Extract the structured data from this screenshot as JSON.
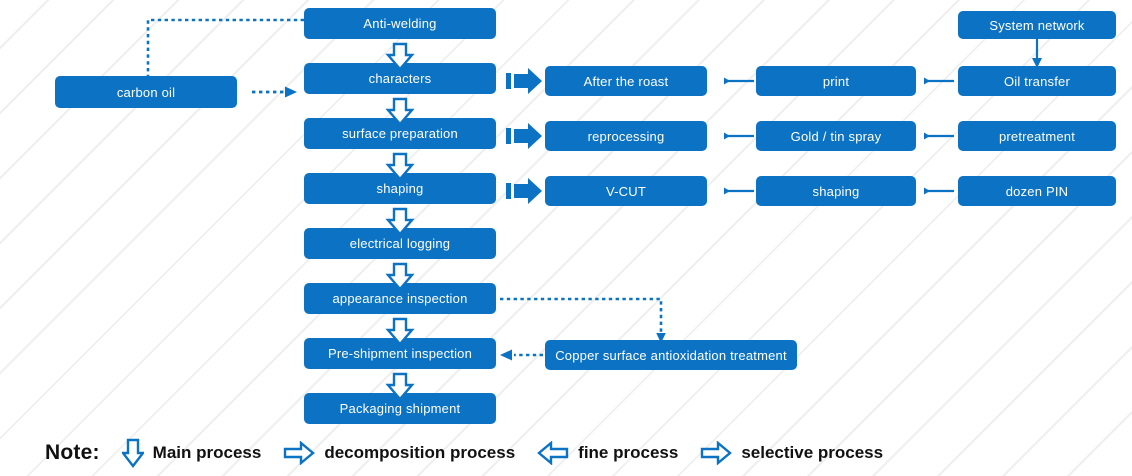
{
  "diagram": {
    "title": "PCB manufacturing process flowchart",
    "accent_color": "#0b72c4",
    "box_text_color": "#ffffff",
    "background_color": "#ffffff",
    "watermark_color": "#efefef"
  },
  "main_column": [
    {
      "id": "anti-welding",
      "label": "Anti-welding"
    },
    {
      "id": "characters",
      "label": "characters"
    },
    {
      "id": "surface-preparation",
      "label": "surface preparation"
    },
    {
      "id": "shaping",
      "label": "shaping"
    },
    {
      "id": "electrical-logging",
      "label": "electrical logging"
    },
    {
      "id": "appearance-inspection",
      "label": "appearance inspection"
    },
    {
      "id": "pre-shipment-inspection",
      "label": "Pre-shipment inspection"
    },
    {
      "id": "packaging-shipment",
      "label": "Packaging shipment"
    }
  ],
  "middle_column": [
    {
      "id": "after-the-roast",
      "label": "After the roast"
    },
    {
      "id": "reprocessing",
      "label": "reprocessing"
    },
    {
      "id": "v-cut",
      "label": "V-CUT"
    }
  ],
  "fine_column": [
    {
      "id": "print",
      "label": "print"
    },
    {
      "id": "gold-tin-spray",
      "label": "Gold / tin spray"
    },
    {
      "id": "shaping-fine",
      "label": "shaping"
    }
  ],
  "right_column": [
    {
      "id": "system-network",
      "label": "System  network"
    },
    {
      "id": "oil-transfer",
      "label": "Oil transfer"
    },
    {
      "id": "pretreatment",
      "label": "pretreatment"
    },
    {
      "id": "dozen-pin",
      "label": "dozen PIN"
    }
  ],
  "side_boxes": [
    {
      "id": "carbon-oil",
      "label": "carbon oil"
    },
    {
      "id": "copper-surface",
      "label": "Copper surface antioxidation treatment"
    }
  ],
  "legend": {
    "note_label": "Note:",
    "items": [
      {
        "icon": "arrow-down-outline-icon",
        "label": "Main process"
      },
      {
        "icon": "arrow-right-outline-icon",
        "label": "decomposition process"
      },
      {
        "icon": "arrow-left-outline-icon",
        "label": "fine process"
      },
      {
        "icon": "arrow-right-outline-icon",
        "label": "selective process"
      }
    ]
  }
}
